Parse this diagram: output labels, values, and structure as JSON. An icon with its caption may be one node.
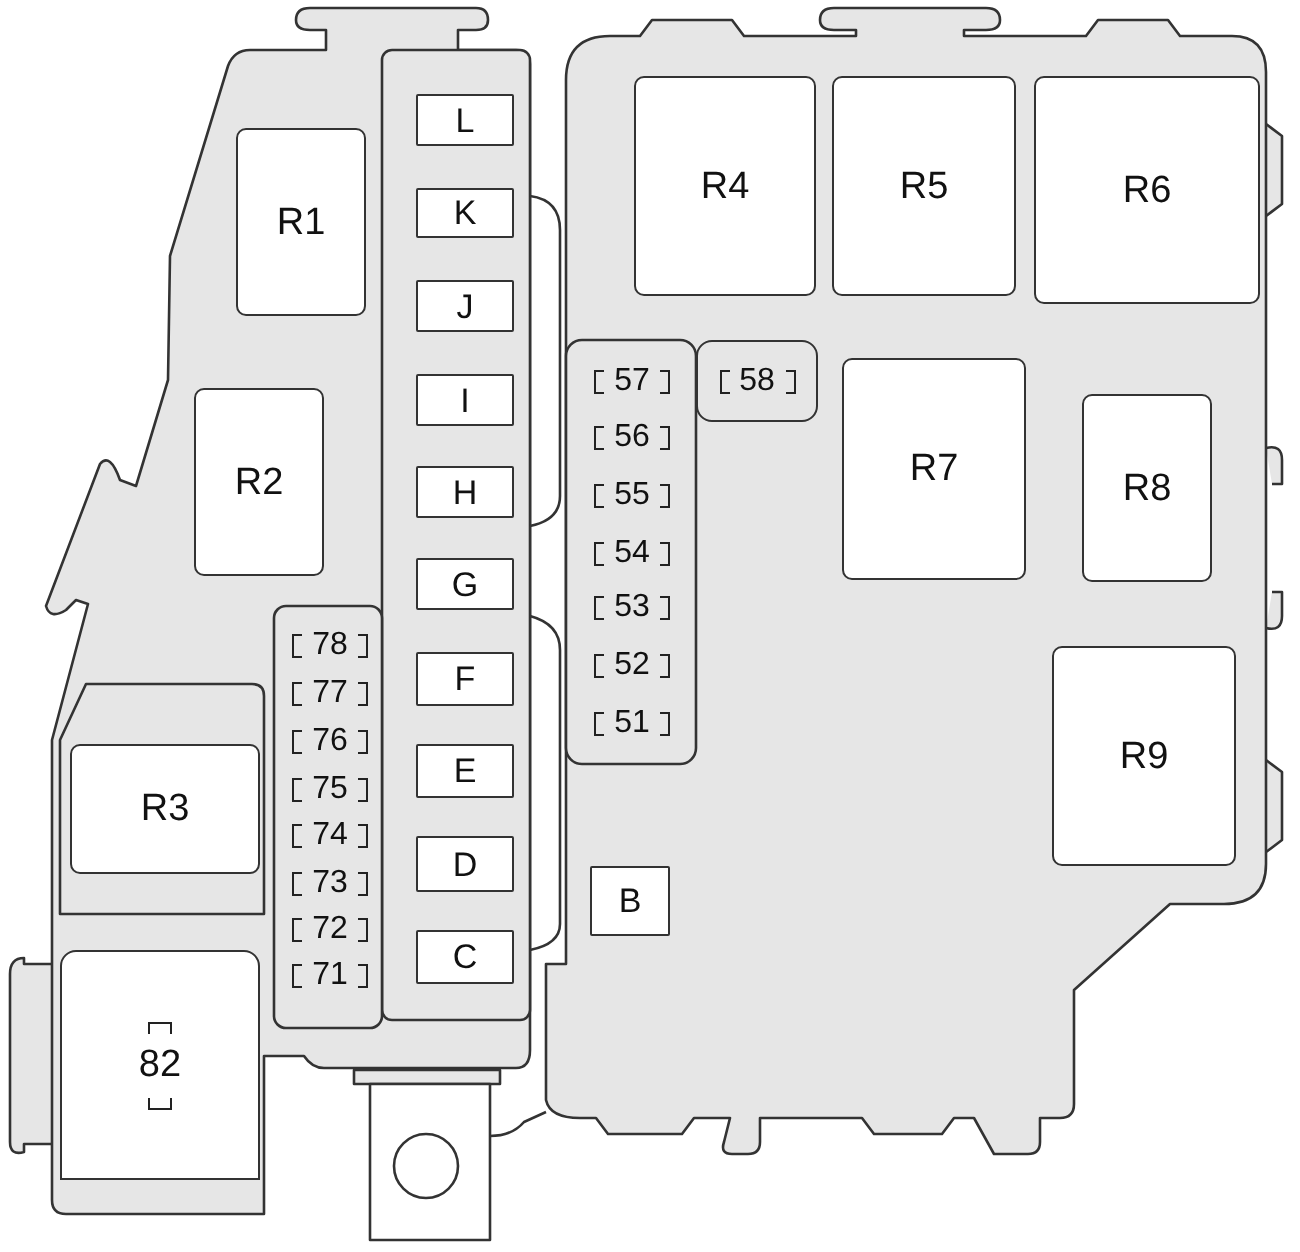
{
  "diagram": {
    "nodes": [
      {
        "text": [
          "R1"
        ]
      },
      {
        "text": [
          "R2"
        ]
      },
      {
        "text": [
          "R3"
        ]
      },
      {
        "text": [
          "82"
        ]
      },
      {
        "text": [
          "78"
        ]
      },
      {
        "text": [
          "77"
        ]
      },
      {
        "text": [
          "76"
        ]
      },
      {
        "text": [
          "75"
        ]
      },
      {
        "text": [
          "74"
        ]
      },
      {
        "text": [
          "73"
        ]
      },
      {
        "text": [
          "72"
        ]
      },
      {
        "text": [
          "71"
        ]
      },
      {
        "text": [
          "L"
        ]
      },
      {
        "text": [
          "K"
        ]
      },
      {
        "text": [
          "J"
        ]
      },
      {
        "text": [
          "I"
        ]
      },
      {
        "text": [
          "H"
        ]
      },
      {
        "text": [
          "G"
        ]
      },
      {
        "text": [
          "F"
        ]
      },
      {
        "text": [
          "E"
        ]
      },
      {
        "text": [
          "D"
        ]
      },
      {
        "text": [
          "C"
        ]
      },
      {
        "text": [
          "R4"
        ]
      },
      {
        "text": [
          "R5"
        ]
      },
      {
        "text": [
          "R6"
        ]
      },
      {
        "text": [
          "57"
        ]
      },
      {
        "text": [
          "56"
        ]
      },
      {
        "text": [
          "55"
        ]
      },
      {
        "text": [
          "54"
        ]
      },
      {
        "text": [
          "53"
        ]
      },
      {
        "text": [
          "52"
        ]
      },
      {
        "text": [
          "51"
        ]
      },
      {
        "text": [
          "58"
        ]
      },
      {
        "text": [
          "R7"
        ]
      },
      {
        "text": [
          "R8"
        ]
      },
      {
        "text": [
          "R9"
        ]
      },
      {
        "text": [
          "B"
        ]
      }
    ]
  }
}
